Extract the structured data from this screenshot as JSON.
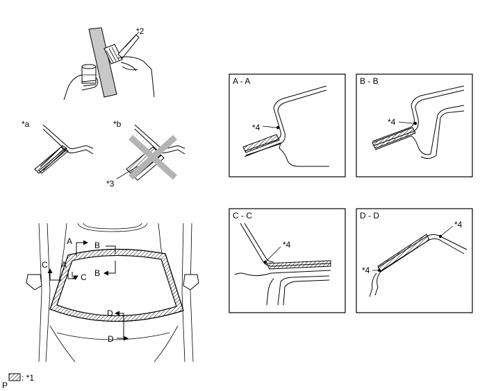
{
  "labels": {
    "callout_2": "*2",
    "callout_a": "*a",
    "callout_b": "*b",
    "callout_3": "*3",
    "callout_4": "*4",
    "legend_key": ": *1",
    "corner_mark": "P"
  },
  "sections": {
    "aa": "A - A",
    "bb": "B - B",
    "cc": "C - C",
    "dd": "D - D"
  },
  "section_letters": {
    "A": "A",
    "B": "B",
    "C": "C",
    "D": "D"
  },
  "colors": {
    "line": "#000000",
    "cross": "#b4b4b4",
    "background": "#ffffff"
  },
  "icons": {
    "brush": "brush-icon",
    "cup": "cup-icon",
    "hatch": "hatch-pattern-icon"
  }
}
